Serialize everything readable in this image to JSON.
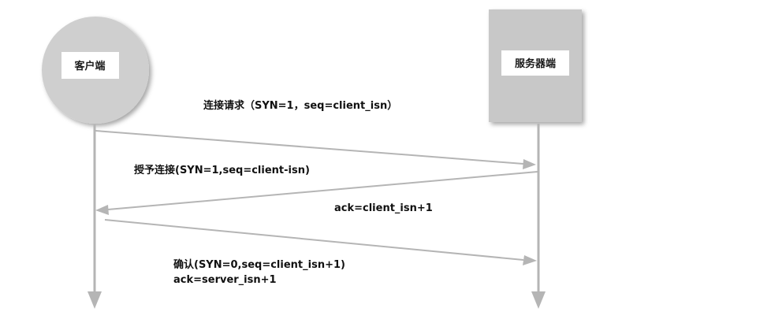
{
  "nodes": {
    "client": {
      "label": "客户端"
    },
    "server": {
      "label": "服务器端"
    }
  },
  "messages": [
    {
      "text": "连接请求（SYN=1，seq=client_isn）"
    },
    {
      "text": "授予连接(SYN=1,seq=client-isn)"
    },
    {
      "text": "ack=client_isn+1"
    },
    {
      "text": "确认(SYN=0,seq=client_isn+1)"
    },
    {
      "text": "ack=server_isn+1"
    }
  ],
  "colors": {
    "circle_fill": "#cfcfcf",
    "rect_fill": "#c8c8c8",
    "line": "#b5b5b5",
    "label_box": "#ffffff"
  }
}
